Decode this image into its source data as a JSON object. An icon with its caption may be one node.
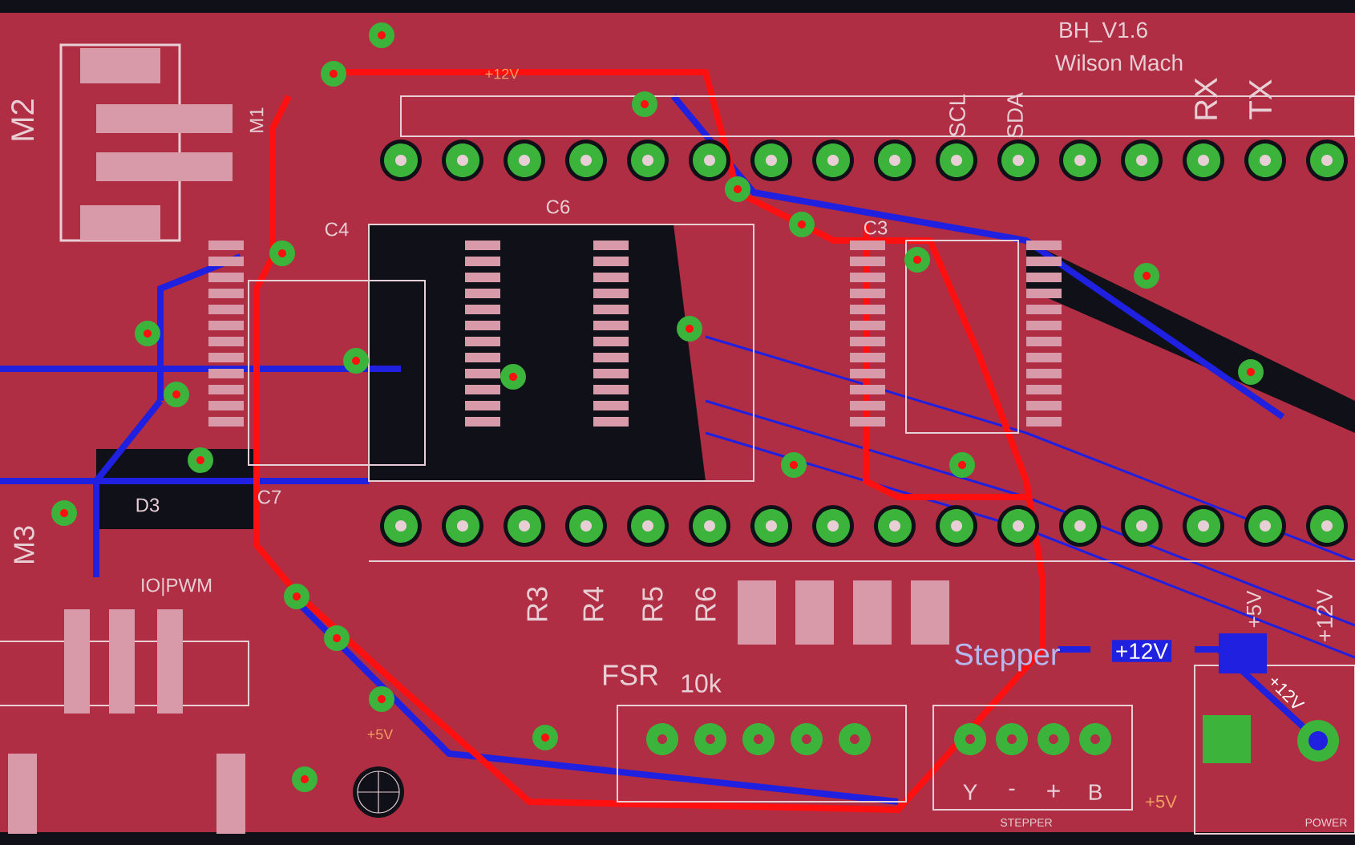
{
  "diagram": {
    "labels": [
      "BH_V1.6",
      "Wilson Mach",
      "+12V",
      "M2",
      "M1",
      "SCL",
      "SDA",
      "RX",
      "TX",
      "C6",
      "C4",
      "C3",
      "D3",
      "C7",
      "M3",
      "IO|PWM",
      "R3",
      "R4",
      "R5",
      "R6",
      "FSR",
      "10k",
      "Stepper",
      "+12V",
      "+5V",
      "+12V",
      "+12V",
      "+5V",
      "Y",
      "-",
      "+",
      "B",
      "+5V",
      "STEPPER",
      "POWER"
    ]
  }
}
